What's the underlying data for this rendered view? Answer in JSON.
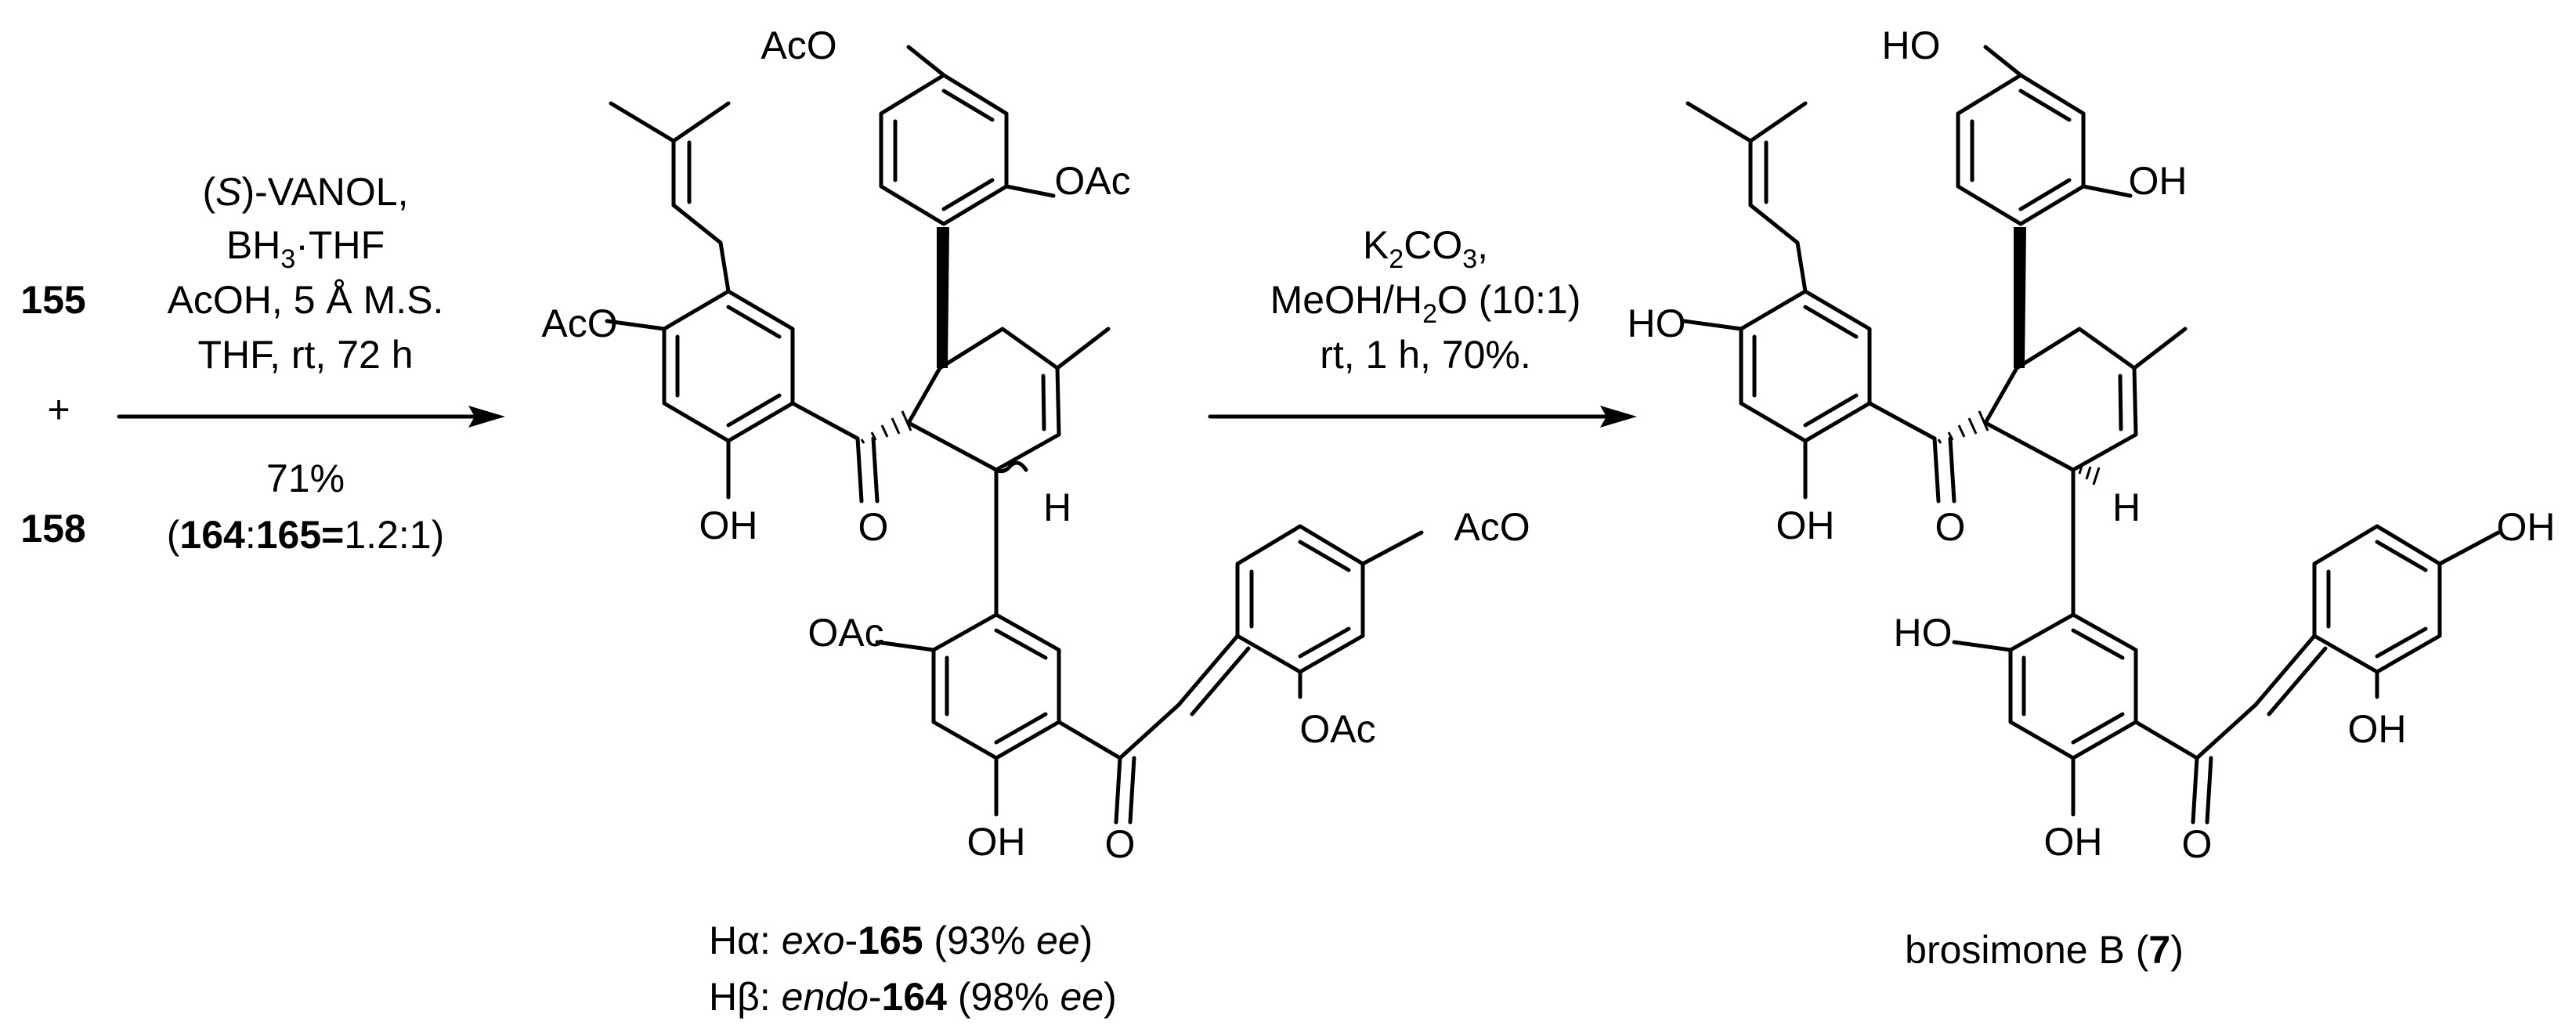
{
  "reactants": {
    "first": "155",
    "plus": "+",
    "second": "158"
  },
  "step1": {
    "line1_pre": "(",
    "line1_s": "S",
    "line1_post": ")-VANOL,",
    "line2_a": "BH",
    "line2_sub": "3",
    "line2_b": "·THF",
    "line3": "AcOH, 5 Å M.S.",
    "line4": "THF,  rt,  72 h",
    "yield": "71%",
    "ratio_open": "(",
    "ratio_a": "164",
    "ratio_colon": ":",
    "ratio_b": "165=",
    "ratio_close": "1.2:1)"
  },
  "step2": {
    "line1_a": "K",
    "line1_sub": "2",
    "line1_b": "CO",
    "line1_sub2": "3",
    "line1_c": ",",
    "line2_a": "MeOH/H",
    "line2_sub": "2",
    "line2_b": "O  (10:1)",
    "line3": "rt, 1 h, 70%."
  },
  "intermediate": {
    "label_alpha_pre": "Hα: ",
    "label_alpha_it": "exo",
    "label_alpha_dash": "-",
    "label_alpha_b": "165",
    "label_alpha_post": " (93% ",
    "label_alpha_ee": "ee",
    "label_alpha_end": ")",
    "label_beta_pre": "Hβ: ",
    "label_beta_it": "endo",
    "label_beta_dash": "-",
    "label_beta_b": "164",
    "label_beta_post": " (98% ",
    "label_beta_ee": "ee",
    "label_beta_end": ")",
    "atoms": {
      "oac1": "AcO",
      "oac2": "OAc",
      "oac3": "AcO",
      "oac4": "AcO",
      "oac5": "OAc",
      "oac6": "OAc",
      "oh1": "OH",
      "oh2": "OH",
      "o1": "O",
      "o2": "O",
      "h": "H"
    }
  },
  "product": {
    "name_pre": "brosimone B (",
    "name_num": "7",
    "name_post": ")",
    "atoms": {
      "ho1": "HO",
      "oh1": "OH",
      "ho2": "HO",
      "oh2": "OH",
      "ho3": "HO",
      "oh3": "OH",
      "oh4": "OH",
      "oh5": "OH",
      "o1": "O",
      "o2": "O",
      "h": "H"
    }
  }
}
